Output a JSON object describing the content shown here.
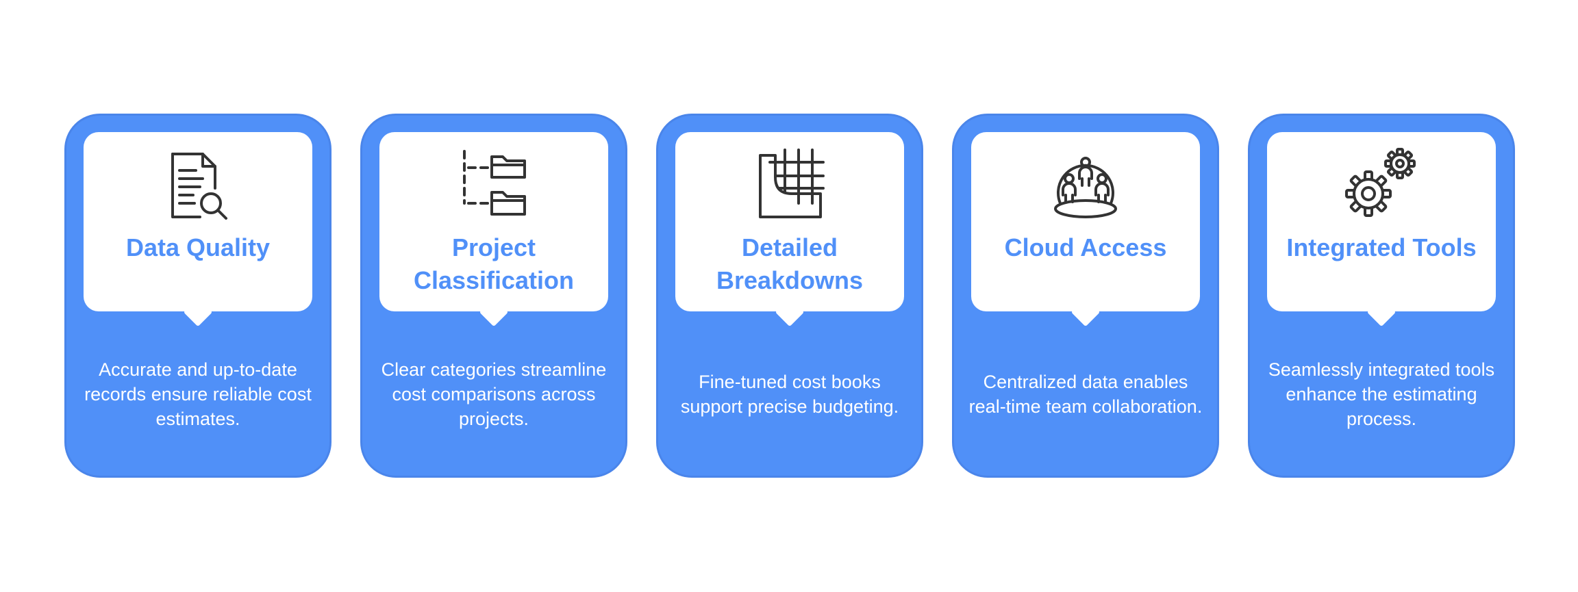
{
  "colors": {
    "card_fill": "#5090F8",
    "card_border": "#4A85EA",
    "title_text": "#5090F8",
    "icon_stroke": "#333333",
    "desc_text": "#ffffff"
  },
  "cards": [
    {
      "icon": "document-search-icon",
      "title": "Data Quality",
      "description": "Accurate and up-to-date records ensure reliable cost estimates."
    },
    {
      "icon": "folder-tree-icon",
      "title": "Project Classification",
      "description": "Clear categories streamline cost comparisons across projects."
    },
    {
      "icon": "grid-breakdown-icon",
      "title": "Detailed Breakdowns",
      "description": "Fine-tuned cost books support precise budgeting."
    },
    {
      "icon": "cloud-team-icon",
      "title": "Cloud Access",
      "description": "Centralized data enables real-time team collaboration."
    },
    {
      "icon": "gears-icon",
      "title": "Integrated Tools",
      "description": "Seamlessly integrated tools enhance the estimating process."
    }
  ]
}
